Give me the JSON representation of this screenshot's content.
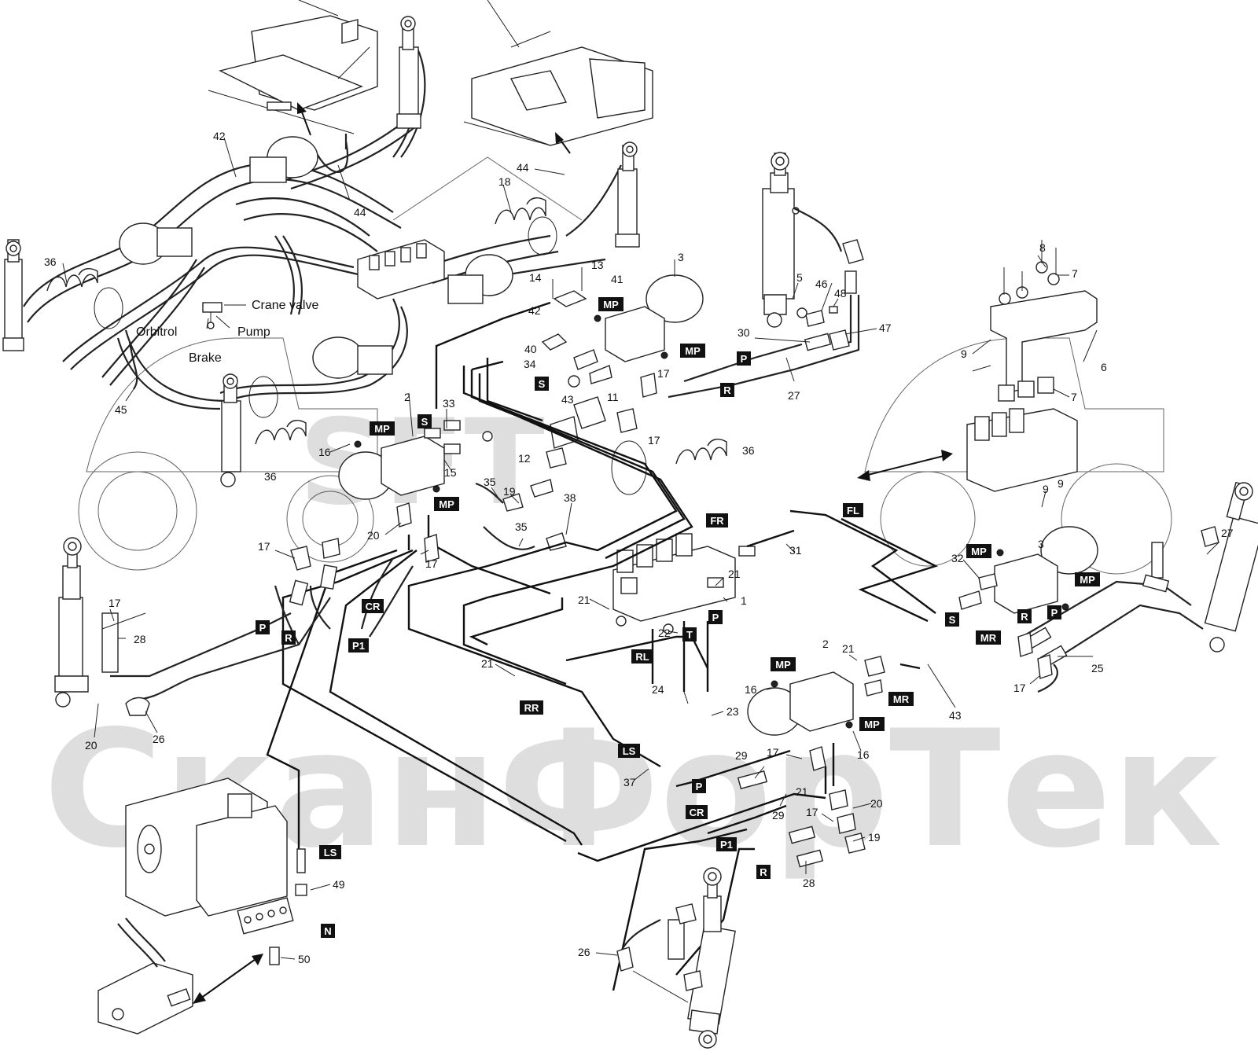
{
  "watermark": {
    "top_text": "SFT",
    "bottom_text": "СканФорТек",
    "color": "#d9d9d9"
  },
  "text_labels": {
    "crane_valve": "Crane valve",
    "pump": "Pump",
    "orbitrol": "Orbitrol",
    "brake": "Brake"
  },
  "tag_colors": {
    "background": "#111111",
    "text": "#ffffff"
  },
  "tags": [
    "MP",
    "MP",
    "MP",
    "MP",
    "MP",
    "MP",
    "MP",
    "MP",
    "S",
    "S",
    "S",
    "P",
    "R",
    "P",
    "R",
    "CR",
    "P1",
    "FR",
    "FL",
    "RL",
    "T",
    "P",
    "RR",
    "LS",
    "P",
    "CR",
    "P1",
    "R",
    "LS",
    "N",
    "MR",
    "MR",
    "R",
    "P"
  ],
  "part_numbers": [
    "42",
    "44",
    "44",
    "18",
    "36",
    "36",
    "36",
    "3",
    "13",
    "14",
    "41",
    "42",
    "40",
    "34",
    "43",
    "11",
    "17",
    "17",
    "12",
    "8",
    "7",
    "46",
    "48",
    "5",
    "47",
    "30",
    "27",
    "6",
    "9",
    "9",
    "7",
    "2",
    "16",
    "33",
    "15",
    "35",
    "19",
    "38",
    "35",
    "20",
    "17",
    "17",
    "17",
    "28",
    "20",
    "26",
    "31",
    "21",
    "21",
    "21",
    "1",
    "22",
    "24",
    "23",
    "21",
    "37",
    "2",
    "21",
    "16",
    "16",
    "17",
    "29",
    "29",
    "20",
    "17",
    "19",
    "28",
    "26",
    "49",
    "50",
    "3",
    "9",
    "27",
    "32",
    "25",
    "17",
    "43",
    "45"
  ]
}
